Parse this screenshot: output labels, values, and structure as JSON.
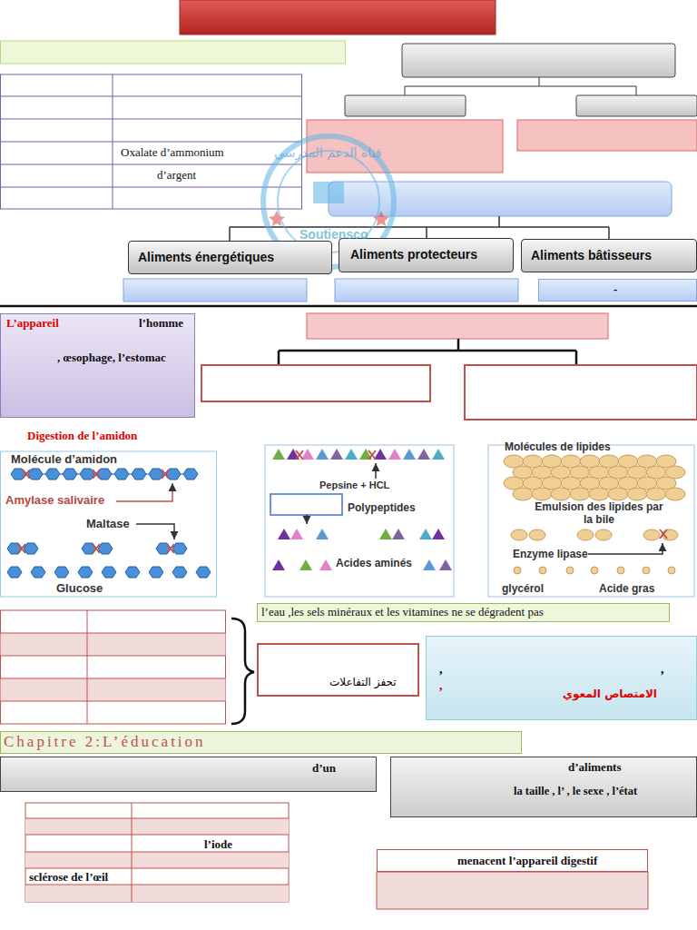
{
  "diagram": {
    "nodes": [
      {
        "text": [
          "Aliments énergétiques"
        ]
      },
      {
        "text": [
          "Aliments protecteurs"
        ]
      },
      {
        "text": [
          "Aliments bâtisseurs"
        ]
      },
      {
        "text": [
          "-"
        ]
      },
      {
        "text": [
          "L’appareil",
          "l’homme",
          ", œsophage, l’estomac"
        ]
      },
      {
        "text": [
          "l’eau ,les sels minéraux et les vitamines ne se dégradent pas"
        ]
      },
      {
        "text": [
          "تحفز التفاعلات"
        ]
      },
      {
        "text": [
          ",",
          ",",
          ",",
          "الامتصاص المعوي"
        ]
      },
      {
        "text": [
          "Chapitre 2:L’éducation"
        ]
      },
      {
        "text": [
          "d’un"
        ]
      },
      {
        "text": [
          "d’aliments",
          "la taille , l’ , le sexe , l’état"
        ]
      },
      {
        "text": [
          "menacent l’appareil digestif"
        ]
      }
    ],
    "labels": [
      "Oxalate d’ammonium",
      "d’argent",
      "قناة الدعم المدرسي",
      "Soutiensco",
      "Digestion de l’amidon",
      "Molécule d’amidon",
      "Amylase salivaire",
      "Maltase",
      "Glucose",
      "Pepsine + HCL",
      "Polypeptides",
      "Acides aminés",
      "Molécules de lipides",
      "Emulsion des lipides par la bile",
      "Enzyme lipase",
      "glycérol",
      "Acide gras",
      "l’iode",
      "sclérose de l’œil"
    ]
  }
}
